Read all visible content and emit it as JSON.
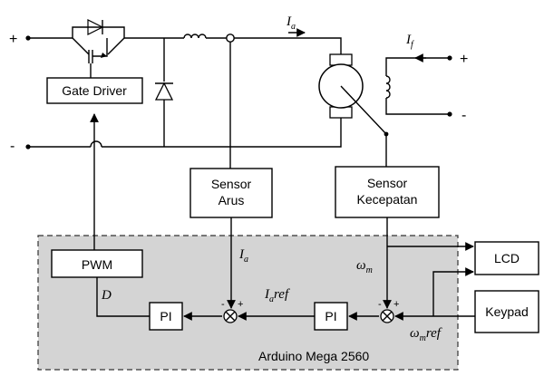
{
  "blocks": {
    "gate_driver": "Gate Driver",
    "sensor_arus": [
      "Sensor",
      "Arus"
    ],
    "sensor_kecepatan": [
      "Sensor",
      "Kecepatan"
    ],
    "pwm": "PWM",
    "pi_current": "PI",
    "pi_speed": "PI",
    "lcd": "LCD",
    "keypad": "Keypad"
  },
  "board_label": "Arduino Mega 2560",
  "signals": {
    "armature_current": {
      "main": "I",
      "sub": "a"
    },
    "field_current": {
      "main": "I",
      "sub": "f"
    },
    "ia_feedback": {
      "main": "I",
      "sub": "a"
    },
    "ia_ref": {
      "main": "I",
      "sub": "a",
      "suffix": "ref"
    },
    "omega_m": {
      "main": "ω",
      "sub": "m"
    },
    "omega_m_ref": {
      "main": "ω",
      "sub": "m",
      "suffix": "ref"
    },
    "duty": "D"
  },
  "terminals": {
    "supply_plus": "+",
    "supply_minus": "-",
    "field_plus": "+",
    "field_minus": "-"
  },
  "summing_signs": {
    "current_minus": "-",
    "current_plus": "+",
    "speed_minus": "-",
    "speed_plus": "+"
  }
}
